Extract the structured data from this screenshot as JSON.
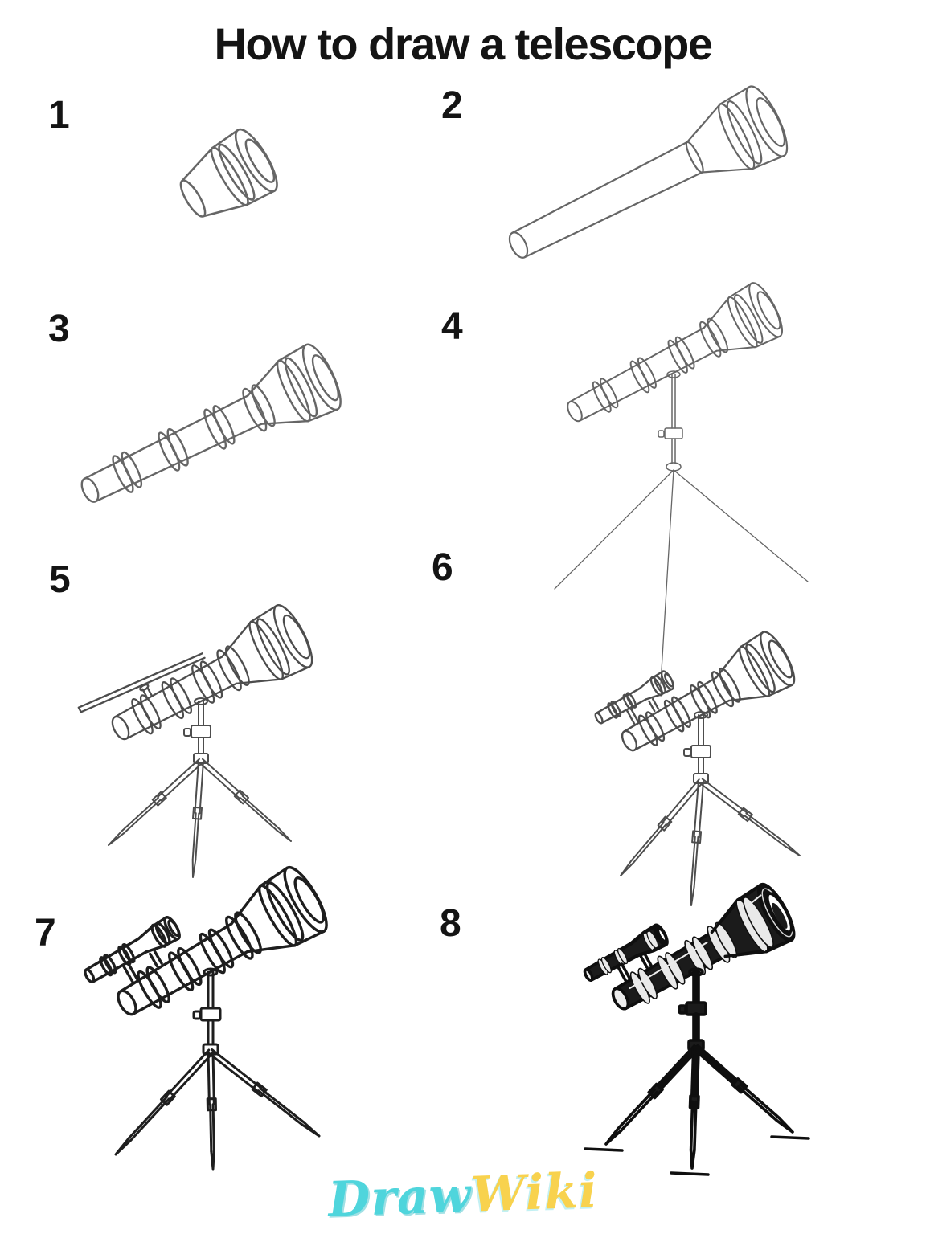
{
  "page": {
    "title": "How to draw a telescope"
  },
  "steps": [
    {
      "number": "1"
    },
    {
      "number": "2"
    },
    {
      "number": "3"
    },
    {
      "number": "4"
    },
    {
      "number": "5"
    },
    {
      "number": "6"
    },
    {
      "number": "7"
    },
    {
      "number": "8"
    }
  ],
  "watermark": {
    "draw": "Draw",
    "wiki": "Wiki"
  },
  "colors": {
    "background": "#ffffff",
    "text": "#141414",
    "pencil_light": "#666666",
    "pencil_medium": "#4d4d4d",
    "ink_bold": "#1e1e1e",
    "ink_black": "#0f0f0f",
    "ink_fill": "#1b1b1b",
    "highlight": "#ececec",
    "watermark_draw": "#4fd5dc",
    "watermark_wiki": "#f8d24e"
  }
}
